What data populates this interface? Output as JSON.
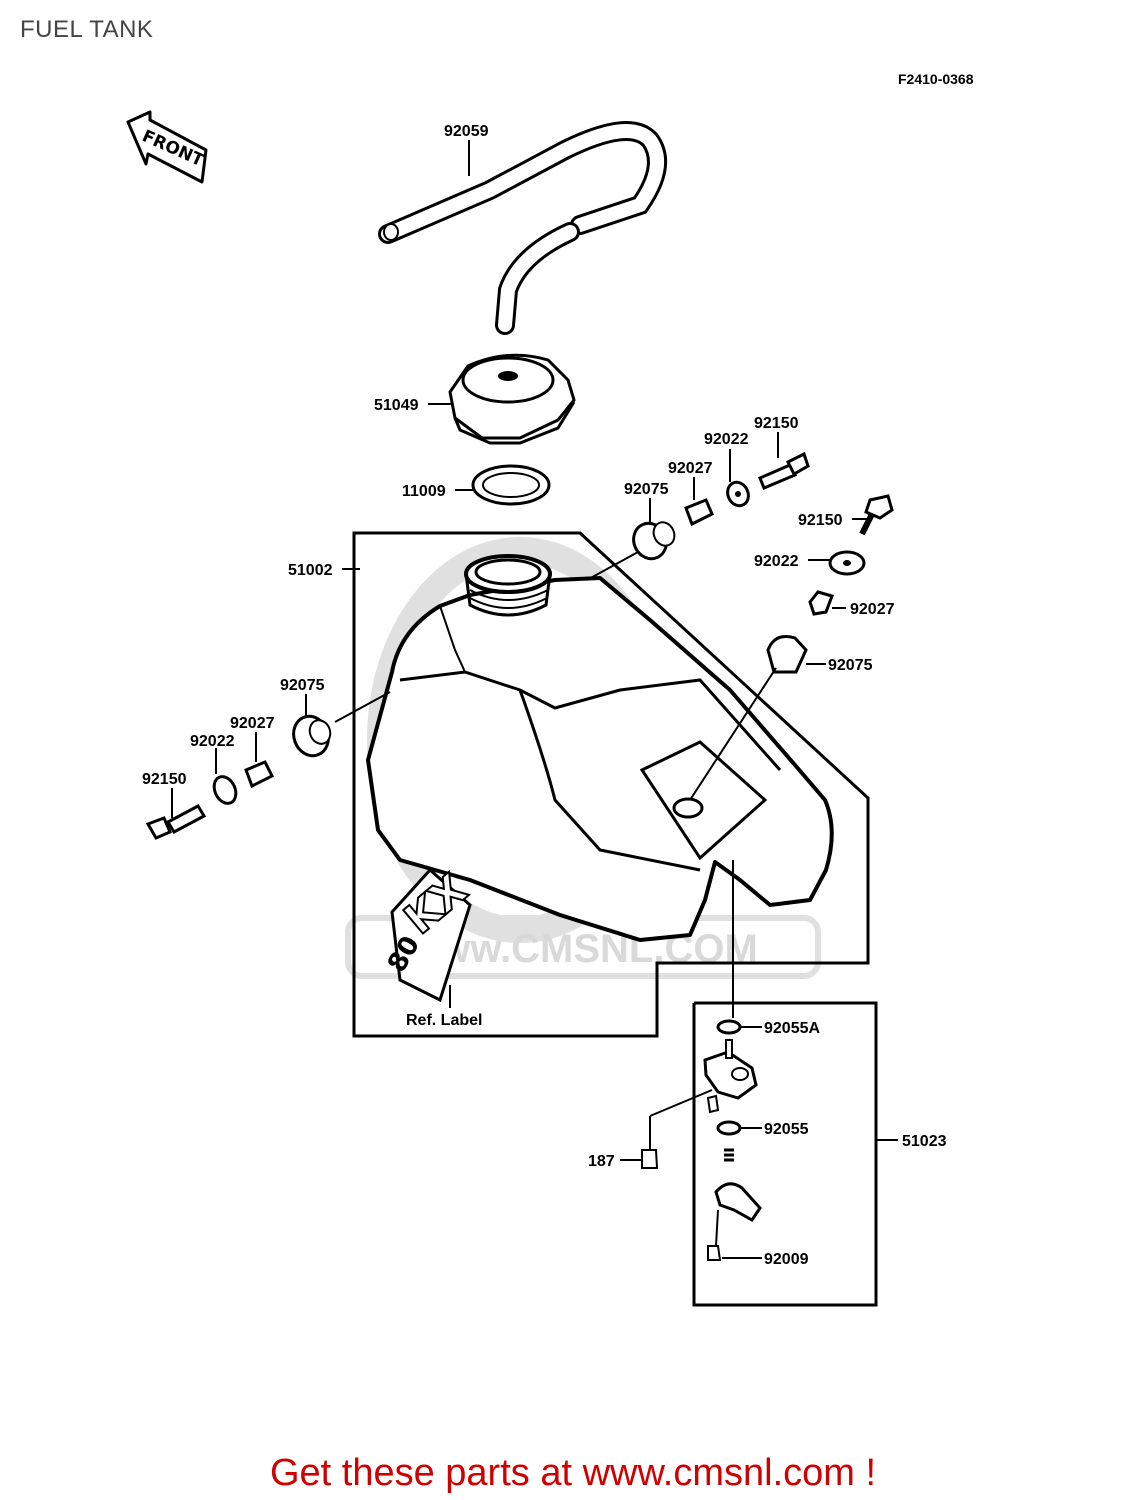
{
  "page_title": "FUEL TANK",
  "diagram_code": "F2410-0368",
  "front_arrow_label": "FRONT",
  "tank_label_text": {
    "brand": "KX",
    "model": "80"
  },
  "ref_label": "Ref. Label",
  "watermark": {
    "logo": "CMS",
    "site": "www.CMSNL.COM"
  },
  "parts": {
    "breather_hose": "92059",
    "fuel_cap": "51049",
    "cap_seal": "11009",
    "fuel_tank": "51002",
    "bolt_right_top": "92150",
    "washer_right_top": "92022",
    "collar_right_top": "92027",
    "damper_right_top": "92075",
    "bolt_right_mid": "92150",
    "washer_right_mid": "92022",
    "collar_right_mid": "92027",
    "damper_right_mid": "92075",
    "damper_left": "92075",
    "collar_left": "92027",
    "washer_left": "92022",
    "bolt_left": "92150",
    "oring_upper": "92055A",
    "oring_lower": "92055",
    "fuel_cock_assy": "51023",
    "screw": "187",
    "screw_lever": "92009"
  },
  "footer": "Get these parts at www.cmsnl.com !",
  "colors": {
    "footer_text": "#d00000",
    "title_text": "#444444",
    "watermark": "#d9d9d9"
  }
}
